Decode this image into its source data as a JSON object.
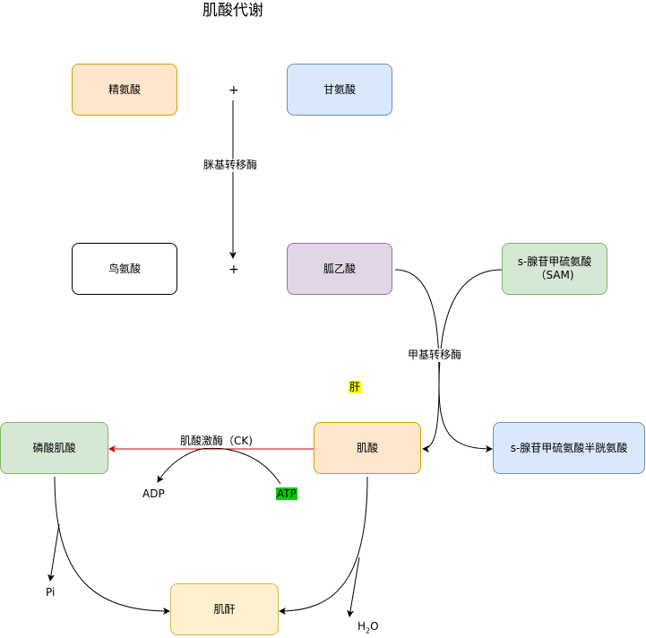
{
  "title": "肌酸代谢",
  "nodes": {
    "arginine": "精氨酸",
    "glycine": "甘氨酸",
    "ornithine": "鸟氨酸",
    "guanidinoacetate": "胍乙酸",
    "sam": "s-腺苷甲硫氨酸\n（SAM)",
    "sah": "s-腺苷甲硫氨酸半胱氨酸",
    "creatine": "肌酸",
    "phosphocreatine": "磷酸肌酸",
    "creatinine": "肌酐"
  },
  "labels": {
    "plus_top": "+",
    "plus_bottom": "+",
    "transamidinase": "脒基转移酶",
    "methyltransferase": "甲基转移酶",
    "liver": "肝",
    "creatine_kinase": "肌酸激酶（CK)",
    "adp": "ADP",
    "atp": "ATP",
    "pi": "Pi",
    "water_h": "H",
    "water_sub": "2",
    "water_o": "O"
  },
  "colors": {
    "orange_fill": "#ffe6cc",
    "blue_fill": "#dae8fc",
    "purple_fill": "#e1d5e7",
    "green_fill": "#d5e8d4",
    "yellow_fill": "#fff2cc",
    "kinase_arrow": "#cc0000",
    "liver_highlight": "#ffff00",
    "atp_highlight": "#00cc00"
  }
}
